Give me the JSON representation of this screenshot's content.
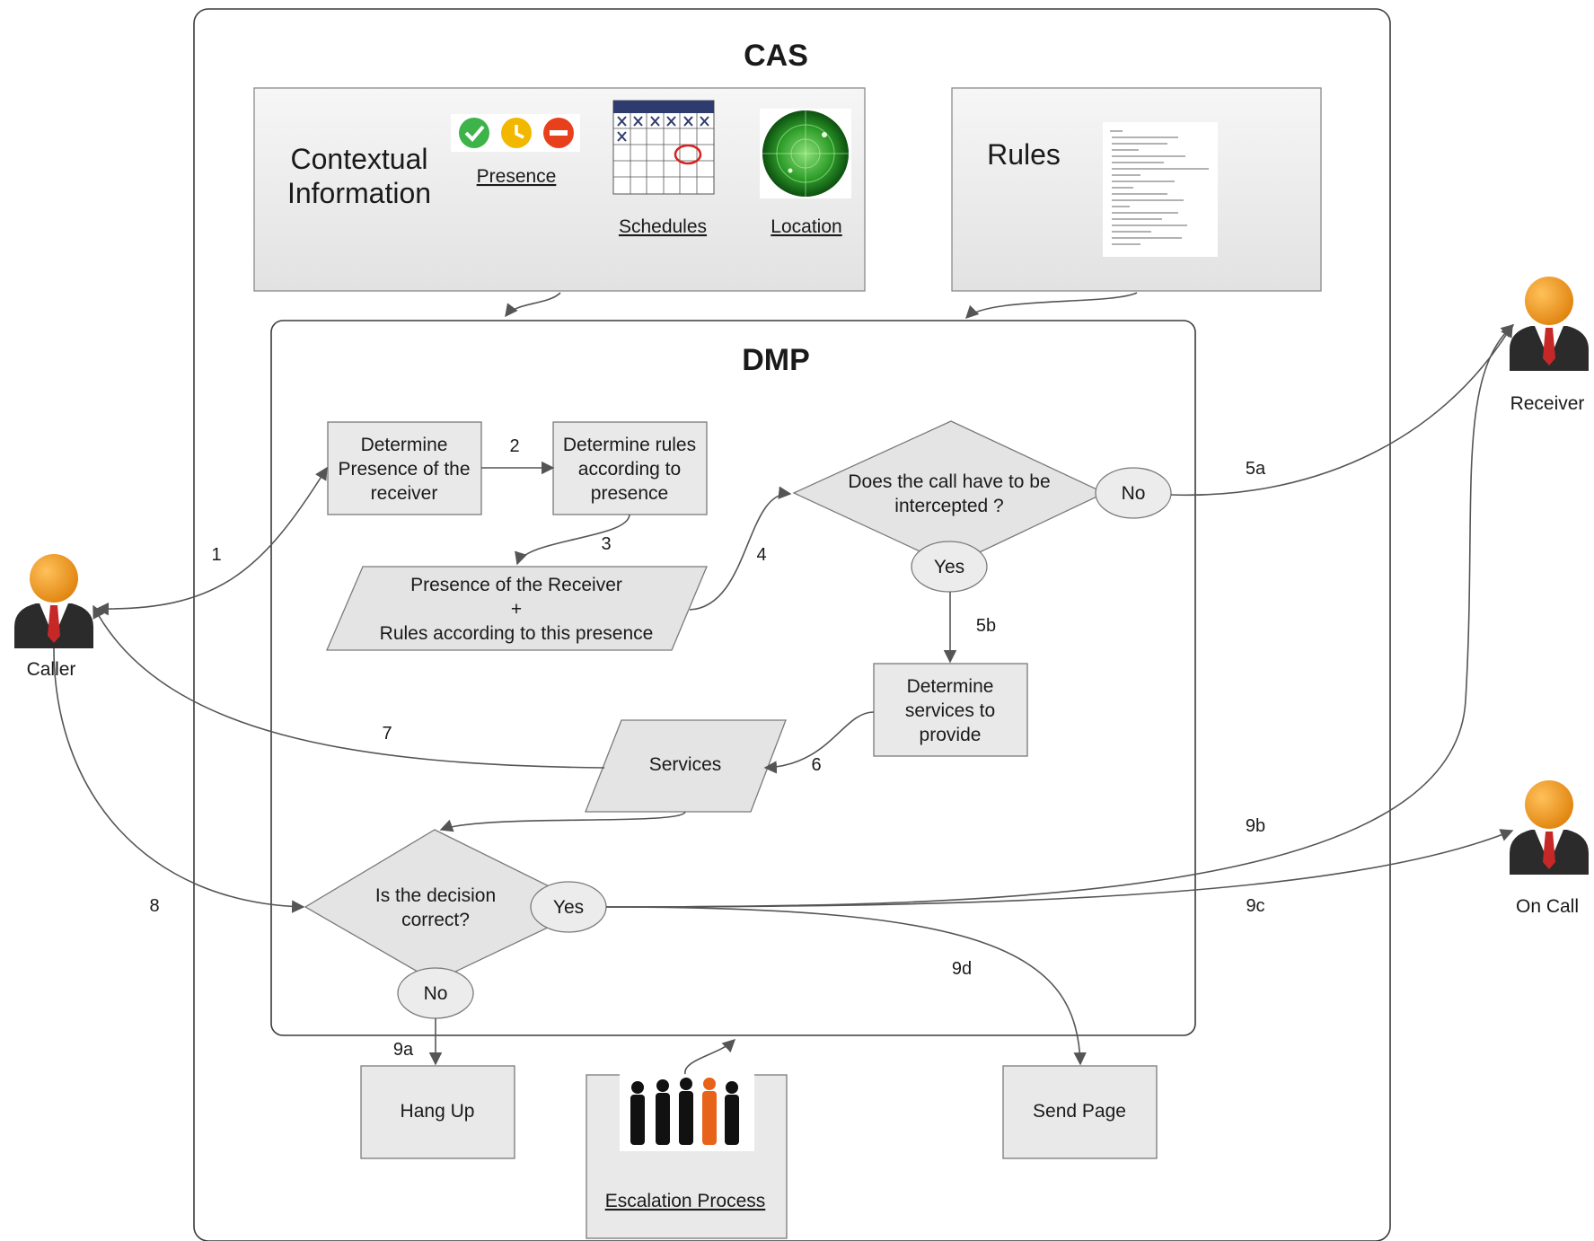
{
  "cas": {
    "title": "CAS",
    "contextual_line1": "Contextual",
    "contextual_line2": "Information",
    "presence_label": "Presence",
    "schedules_label": "Schedules",
    "location_label": "Location",
    "rules_label": "Rules"
  },
  "dmp": {
    "title": "DMP",
    "determine_presence": [
      "Determine",
      "Presence of the",
      "receiver"
    ],
    "determine_rules": [
      "Determine rules",
      "according to",
      "presence"
    ],
    "presence_rules": [
      "Presence of the Receiver",
      "+",
      "Rules according to this presence"
    ],
    "intercept_question": [
      "Does the call have to be",
      "intercepted ?"
    ],
    "no_label": "No",
    "yes_label": "Yes",
    "determine_services": [
      "Determine",
      "services to",
      "provide"
    ],
    "services_label": "Services",
    "decision_question": [
      "Is the decision",
      "correct?"
    ],
    "decision_yes": "Yes",
    "decision_no": "No"
  },
  "outcomes": {
    "hang_up": "Hang Up",
    "escalation": "Escalation Process",
    "send_page": "Send Page"
  },
  "actors": {
    "caller": "Caller",
    "receiver": "Receiver",
    "on_call": "On Call"
  },
  "steps": {
    "s1": "1",
    "s2": "2",
    "s3": "3",
    "s4": "4",
    "s5a": "5a",
    "s5b": "5b",
    "s6": "6",
    "s7": "7",
    "s8": "8",
    "s9a": "9a",
    "s9b": "9b",
    "s9c": "9c",
    "s9d": "9d"
  },
  "colors": {
    "presence_green": "#3db34a",
    "presence_yellow": "#f2b800",
    "presence_red": "#e8401c",
    "person_head": "#f29a1d",
    "person_suit": "#2b2b2b",
    "person_tie": "#c62828",
    "escalation_highlight": "#e8631a"
  }
}
